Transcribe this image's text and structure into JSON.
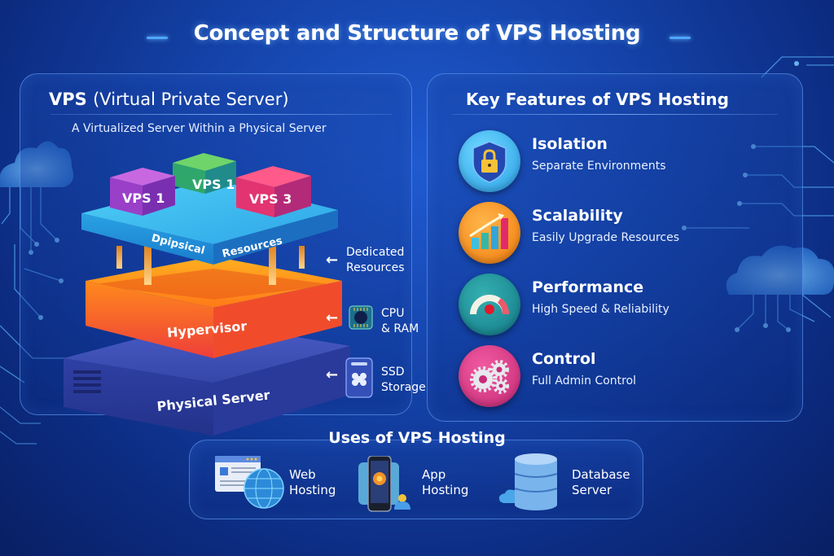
{
  "title": "Concept and Structure of VPS Hosting",
  "left_panel": {
    "title_bold": "VPS",
    "title_light": "(Virtual Private Server)",
    "subtitle": "A Virtualized Server Within a Physical Server",
    "vps_boxes": [
      "VPS 1",
      "VPS 1",
      "VPS 3"
    ],
    "layers": {
      "resources_left": "Dpipsical",
      "resources_right": "Resources",
      "hypervisor": "Hypervisor",
      "physical": "Physical Server"
    },
    "side_labels": [
      {
        "line1": "Dedicated",
        "line2": "Resources",
        "icon": "arrow-left-icon"
      },
      {
        "line1": "CPU",
        "line2": "& RAM",
        "icon": "cpu-chip-icon"
      },
      {
        "line1": "SSD",
        "line2": "Storage",
        "icon": "ssd-storage-icon"
      }
    ]
  },
  "right_panel": {
    "title": "Key Features of VPS Hosting",
    "features": [
      {
        "name": "Isolation",
        "desc": "Separate Environments",
        "icon": "shield-lock-icon",
        "color": "#3ab4ee"
      },
      {
        "name": "Scalability",
        "desc": "Easily Upgrade Resources",
        "icon": "growth-chart-icon",
        "color": "#f08a12"
      },
      {
        "name": "Performance",
        "desc": "High Speed & Reliability",
        "icon": "speedometer-icon",
        "color": "#1a8f9a"
      },
      {
        "name": "Control",
        "desc": "Full Admin Control",
        "icon": "gears-icon",
        "color": "#d63a86"
      }
    ]
  },
  "uses": {
    "title": "Uses of VPS Hosting",
    "items": [
      {
        "line1": "Web",
        "line2": "Hosting",
        "icon": "web-globe-icon"
      },
      {
        "line1": "App",
        "line2": "Hosting",
        "icon": "mobile-app-icon"
      },
      {
        "line1": "Database",
        "line2": "Server",
        "icon": "database-icon"
      }
    ]
  }
}
